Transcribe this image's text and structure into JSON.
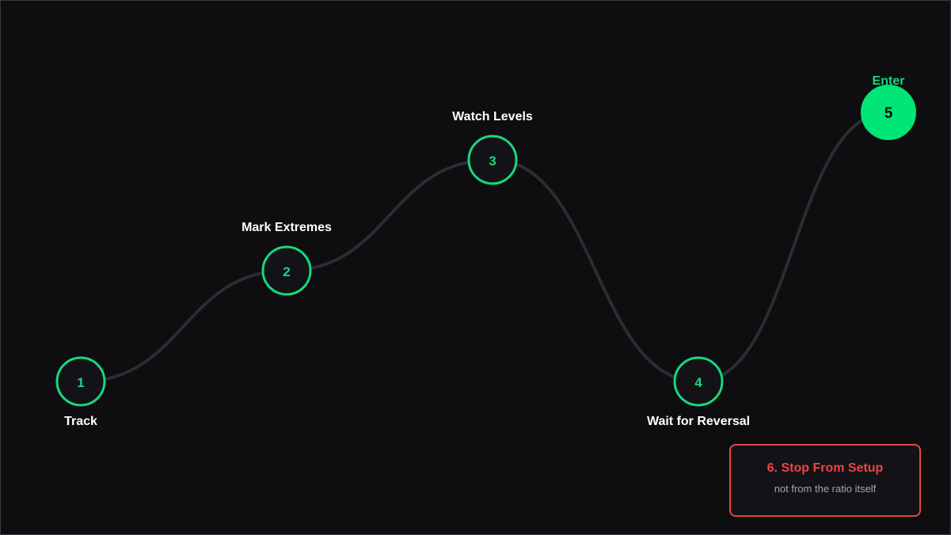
{
  "colors": {
    "background": "#0e0e11",
    "connector": "#2c2c31",
    "node_stroke": "#17d97a",
    "node_fill": "#121217",
    "node_active_fill": "#00e676",
    "label_text": "#ffffff",
    "warning": "#ef4444"
  },
  "steps": [
    {
      "number": "1",
      "label": "Track"
    },
    {
      "number": "2",
      "label": "Mark Extremes"
    },
    {
      "number": "3",
      "label": "Watch Levels"
    },
    {
      "number": "4",
      "label": "Wait for Reversal"
    },
    {
      "number": "5",
      "label": "Enter"
    }
  ],
  "stop": {
    "title": "6. Stop From Setup",
    "subtitle": "not from the ratio itself"
  }
}
